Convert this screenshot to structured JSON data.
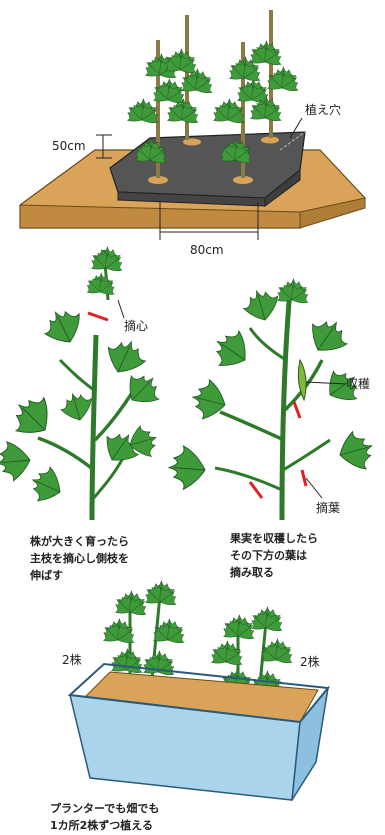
{
  "bed": {
    "hole_label": "植え穴",
    "height_label": "50cm",
    "width_label": "80cm"
  },
  "pinch": {
    "pinch_label": "摘心",
    "caption": [
      "株が大きく育ったら",
      "主枝を摘心し側枝を",
      "伸ばす"
    ]
  },
  "harvest": {
    "harvest_label": "収穫",
    "leaf_label": "摘葉",
    "caption": [
      "果実を収穫したら",
      "その下方の葉は",
      "摘み取る"
    ]
  },
  "planter": {
    "left_count": "2株",
    "right_count": "2株",
    "caption": [
      "プランターでも畑でも",
      "1カ所2株ずつ植える"
    ]
  },
  "colors": {
    "leaf": "#3f9a3a",
    "leaf_dark": "#2d7a2a",
    "soil": "#d9a45a",
    "mulch": "#555555",
    "stake": "#8a7a45",
    "cut_mark": "#e02020",
    "planter_blue": "#a9d4ec"
  }
}
